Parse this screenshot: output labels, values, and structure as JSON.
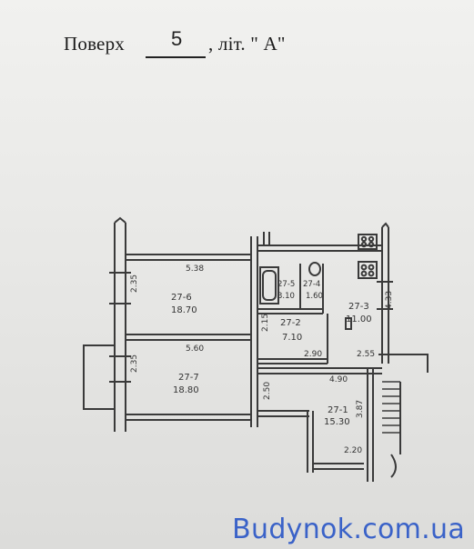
{
  "header": {
    "floor_label": "Поверх",
    "floor_value": "5",
    "letter_label": ", літ. \" А\""
  },
  "plan": {
    "dimensions": [
      "5.38",
      "5.60",
      "4.90",
      "2.90",
      "2.55",
      "2.35",
      "2.35",
      "2.50",
      "3.87",
      "2.20",
      "4.33",
      "2.15"
    ],
    "rooms": [
      {
        "id": "27-6",
        "area": "18.70"
      },
      {
        "id": "27-7",
        "area": "18.80"
      },
      {
        "id": "27-5",
        "area": "3.10"
      },
      {
        "id": "27-4",
        "area": "1.60"
      },
      {
        "id": "27-3",
        "area": "11.00"
      },
      {
        "id": "27-2",
        "area": "7.10"
      },
      {
        "id": "27-1",
        "area": "15.30"
      }
    ]
  },
  "watermark": "Budynok.com.ua",
  "colors": {
    "ink": "#3a3a3a",
    "paper": "#ececea",
    "watermark": "#3a62c8"
  }
}
